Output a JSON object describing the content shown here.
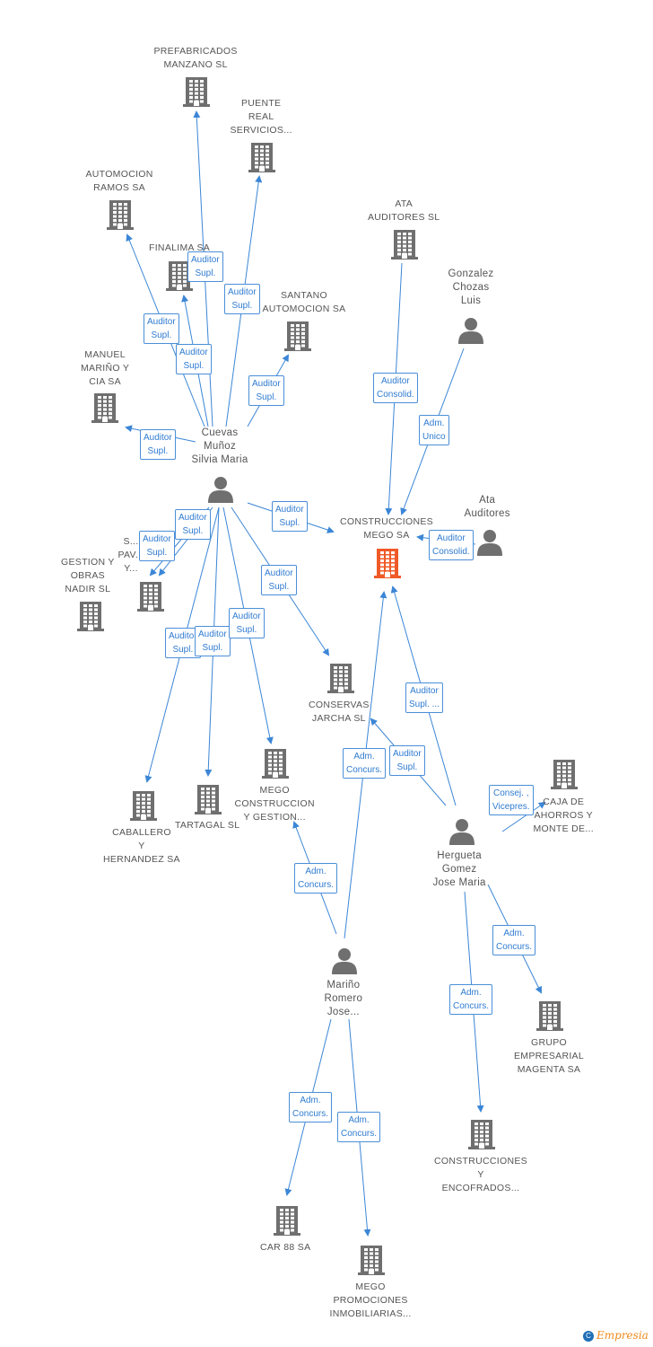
{
  "colors": {
    "node": "#6f6f6f",
    "focus_node": "#f05a28",
    "edge": "#3b86d6",
    "text": "#555555",
    "badge_border": "#4a8fd8",
    "badge_text": "#2f7bd0"
  },
  "nodes": [
    {
      "id": "prefabricados",
      "type": "company",
      "label": [
        "PREFABRICADOS",
        "MANZANO SL"
      ]
    },
    {
      "id": "puente",
      "type": "company",
      "label": [
        "PUENTE",
        "REAL",
        "SERVICIOS..."
      ]
    },
    {
      "id": "automocion_ramos",
      "type": "company",
      "label": [
        "AUTOMOCION",
        "RAMOS SA"
      ]
    },
    {
      "id": "finalima",
      "type": "company",
      "label": [
        "FINALIMA SA"
      ]
    },
    {
      "id": "santano",
      "type": "company",
      "label": [
        "SANTANO",
        "AUTOMOCION SA"
      ]
    },
    {
      "id": "manuel",
      "type": "company",
      "label": [
        "MANUEL",
        "MARIÑO Y",
        "CIA SA"
      ]
    },
    {
      "id": "ata_sl",
      "type": "company",
      "label": [
        "ATA",
        "AUDITORES  SL"
      ]
    },
    {
      "id": "gonzalez",
      "type": "person",
      "label": [
        "Gonzalez",
        "Chozas",
        "Luis"
      ]
    },
    {
      "id": "cuevas",
      "type": "person",
      "label": [
        "Cuevas",
        "Muñoz",
        "Silvia Maria"
      ]
    },
    {
      "id": "construcciones_mego",
      "type": "focus",
      "label": [
        "CONSTRUCCIONES",
        "MEGO SA"
      ]
    },
    {
      "id": "ata_p",
      "type": "person",
      "label": [
        "Ata",
        "Auditores"
      ]
    },
    {
      "id": "pav",
      "type": "company",
      "label": [
        "S...",
        "PAV...",
        "Y..."
      ]
    },
    {
      "id": "gestion",
      "type": "company",
      "label": [
        "GESTION Y",
        "OBRAS",
        "NADIR SL"
      ]
    },
    {
      "id": "conservas",
      "type": "company",
      "label": [
        "CONSERVAS",
        "JARCHA SL"
      ]
    },
    {
      "id": "caballero",
      "type": "company",
      "label": [
        "CABALLERO",
        "Y",
        "HERNANDEZ SA"
      ]
    },
    {
      "id": "tartagal",
      "type": "company",
      "label": [
        "TARTAGAL SL"
      ]
    },
    {
      "id": "mego_construccion",
      "type": "company",
      "label": [
        "MEGO",
        "CONSTRUCCION",
        "Y GESTION..."
      ]
    },
    {
      "id": "caja",
      "type": "company",
      "label": [
        "CAJA DE",
        "AHORROS Y",
        "MONTE DE..."
      ]
    },
    {
      "id": "hergueta",
      "type": "person",
      "label": [
        "Hergueta",
        "Gomez",
        "Jose Maria"
      ]
    },
    {
      "id": "marino",
      "type": "person",
      "label": [
        "Mariño",
        "Romero",
        "Jose..."
      ]
    },
    {
      "id": "grupo",
      "type": "company",
      "label": [
        "GRUPO",
        "EMPRESARIAL",
        "MAGENTA SA"
      ]
    },
    {
      "id": "construcciones_enc",
      "type": "company",
      "label": [
        "CONSTRUCCIONES",
        "Y",
        "ENCOFRADOS..."
      ]
    },
    {
      "id": "car88",
      "type": "company",
      "label": [
        "CAR 88 SA"
      ]
    },
    {
      "id": "mego_promociones",
      "type": "company",
      "label": [
        "MEGO",
        "PROMOCIONES",
        "INMOBILIARIAS..."
      ]
    }
  ],
  "edges": [
    {
      "from": "cuevas",
      "to": "prefabricados",
      "label": [
        "Auditor",
        "Supl."
      ]
    },
    {
      "from": "cuevas",
      "to": "puente",
      "label": [
        "Auditor",
        "Supl."
      ]
    },
    {
      "from": "cuevas",
      "to": "automocion_ramos",
      "label": [
        "Auditor",
        "Supl."
      ]
    },
    {
      "from": "cuevas",
      "to": "finalima",
      "label": [
        "Auditor",
        "Supl."
      ]
    },
    {
      "from": "cuevas",
      "to": "santano",
      "label": [
        "Auditor",
        "Supl."
      ]
    },
    {
      "from": "cuevas",
      "to": "manuel",
      "label": [
        "Auditor",
        "Supl."
      ]
    },
    {
      "from": "cuevas",
      "to": "construcciones_mego",
      "label": [
        "Auditor",
        "Supl."
      ]
    },
    {
      "from": "cuevas",
      "to": "pav",
      "label": [
        "Auditor",
        "Supl."
      ]
    },
    {
      "from": "cuevas",
      "to": "gestion",
      "label": [
        "Auditor",
        "Supl."
      ]
    },
    {
      "from": "cuevas",
      "to": "conservas",
      "label": [
        "Auditor",
        "Supl."
      ]
    },
    {
      "from": "cuevas",
      "to": "caballero",
      "label": [
        "Auditor",
        "Supl."
      ]
    },
    {
      "from": "cuevas",
      "to": "tartagal",
      "label": [
        "Auditor",
        "Supl."
      ]
    },
    {
      "from": "cuevas",
      "to": "mego_construccion",
      "label": [
        "Auditor",
        "Supl."
      ]
    },
    {
      "from": "ata_sl",
      "to": "construcciones_mego",
      "label": [
        "Auditor",
        "Consolid."
      ]
    },
    {
      "from": "gonzalez",
      "to": "construcciones_mego",
      "label": [
        "Adm.",
        "Unico"
      ]
    },
    {
      "from": "ata_p",
      "to": "construcciones_mego",
      "label": [
        "Auditor",
        "Consolid."
      ]
    },
    {
      "from": "hergueta",
      "to": "construcciones_mego",
      "label": [
        "Auditor",
        "Supl. ..."
      ]
    },
    {
      "from": "hergueta",
      "to": "conservas",
      "label": [
        "Auditor",
        "Supl."
      ]
    },
    {
      "from": "hergueta",
      "to": "caja",
      "label": [
        "Consej. ,",
        "Vicepres."
      ]
    },
    {
      "from": "hergueta",
      "to": "grupo",
      "label": [
        "Adm.",
        "Concurs."
      ]
    },
    {
      "from": "hergueta",
      "to": "construcciones_enc",
      "label": [
        "Adm.",
        "Concurs."
      ]
    },
    {
      "from": "marino",
      "to": "construcciones_mego",
      "label": [
        "Adm.",
        "Concurs."
      ]
    },
    {
      "from": "marino",
      "to": "mego_construccion",
      "label": [
        "Adm.",
        "Concurs."
      ]
    },
    {
      "from": "marino",
      "to": "car88",
      "label": [
        "Adm.",
        "Concurs."
      ]
    },
    {
      "from": "marino",
      "to": "mego_promociones",
      "label": [
        "Adm.",
        "Concurs."
      ]
    }
  ],
  "brand": {
    "symbol": "C",
    "name": "Empresia"
  }
}
